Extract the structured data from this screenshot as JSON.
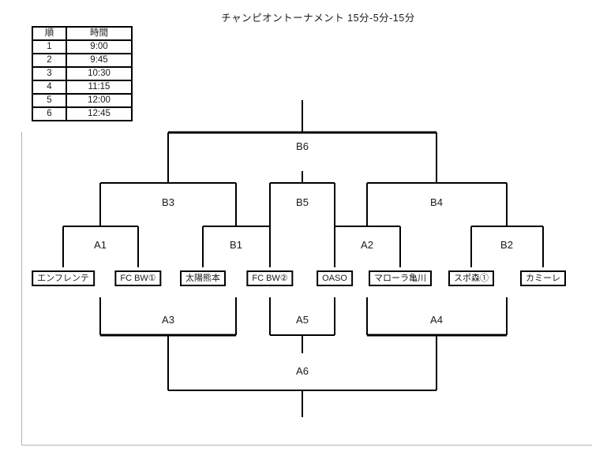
{
  "title": "チャンピオントーナメント 15分-5分-15分",
  "schedule_table": {
    "headers": [
      "順",
      "時間"
    ],
    "rows": [
      [
        "1",
        "9:00"
      ],
      [
        "2",
        "9:45"
      ],
      [
        "3",
        "10:30"
      ],
      [
        "4",
        "11:15"
      ],
      [
        "5",
        "12:00"
      ],
      [
        "6",
        "12:45"
      ]
    ]
  },
  "bracket": {
    "teams": [
      "エンフレンテ",
      "FC BW①",
      "太陽熊本",
      "FC BW②",
      "OASO",
      "マローラ亀川",
      "スポ森①",
      "カミーレ"
    ],
    "labels": {
      "a1": "A1",
      "b1": "B1",
      "a2": "A2",
      "b2": "B2",
      "b3": "B3",
      "b5": "B5",
      "b4": "B4",
      "b6": "B6",
      "a3": "A3",
      "a5": "A5",
      "a4": "A4",
      "a6": "A6"
    }
  },
  "colors": {
    "line": "#000000",
    "page_boundary": "#b3b3b3",
    "background": "#ffffff"
  }
}
